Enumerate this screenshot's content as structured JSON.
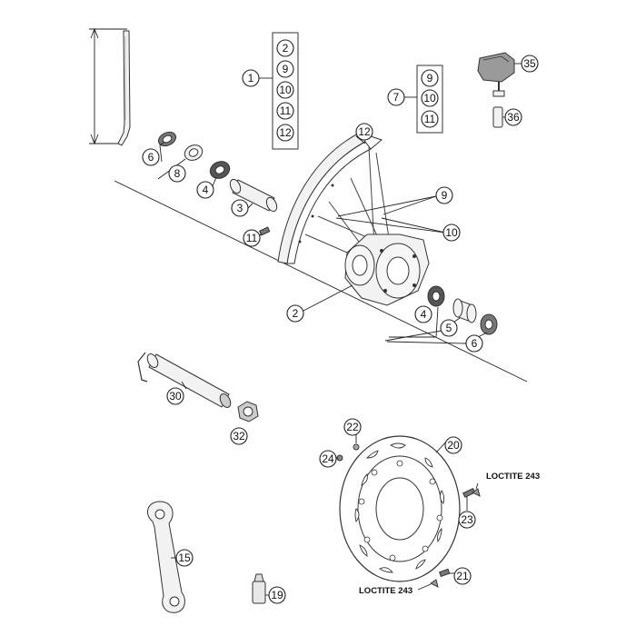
{
  "callouts": {
    "c1": "1",
    "c2a": "2",
    "c9a": "9",
    "c10a": "10",
    "c11a": "11",
    "c12a": "12",
    "c7": "7",
    "c9b": "9",
    "c10b": "10",
    "c11b": "11",
    "c35": "35",
    "c36": "36",
    "c6a": "6",
    "c8": "8",
    "c4a": "4",
    "c3": "3",
    "c11c": "11",
    "c12b": "12",
    "c9c": "9",
    "c10c": "10",
    "c2b": "2",
    "c4b": "4",
    "c5": "5",
    "c6b": "6",
    "c30": "30",
    "c32": "32",
    "c22": "22",
    "c20": "20",
    "c24": "24",
    "c23": "23",
    "c21": "21",
    "c15": "15",
    "c19": "19"
  },
  "notes": {
    "loctite_top": "LOCTITE 243",
    "loctite_bottom": "LOCTITE 243"
  }
}
